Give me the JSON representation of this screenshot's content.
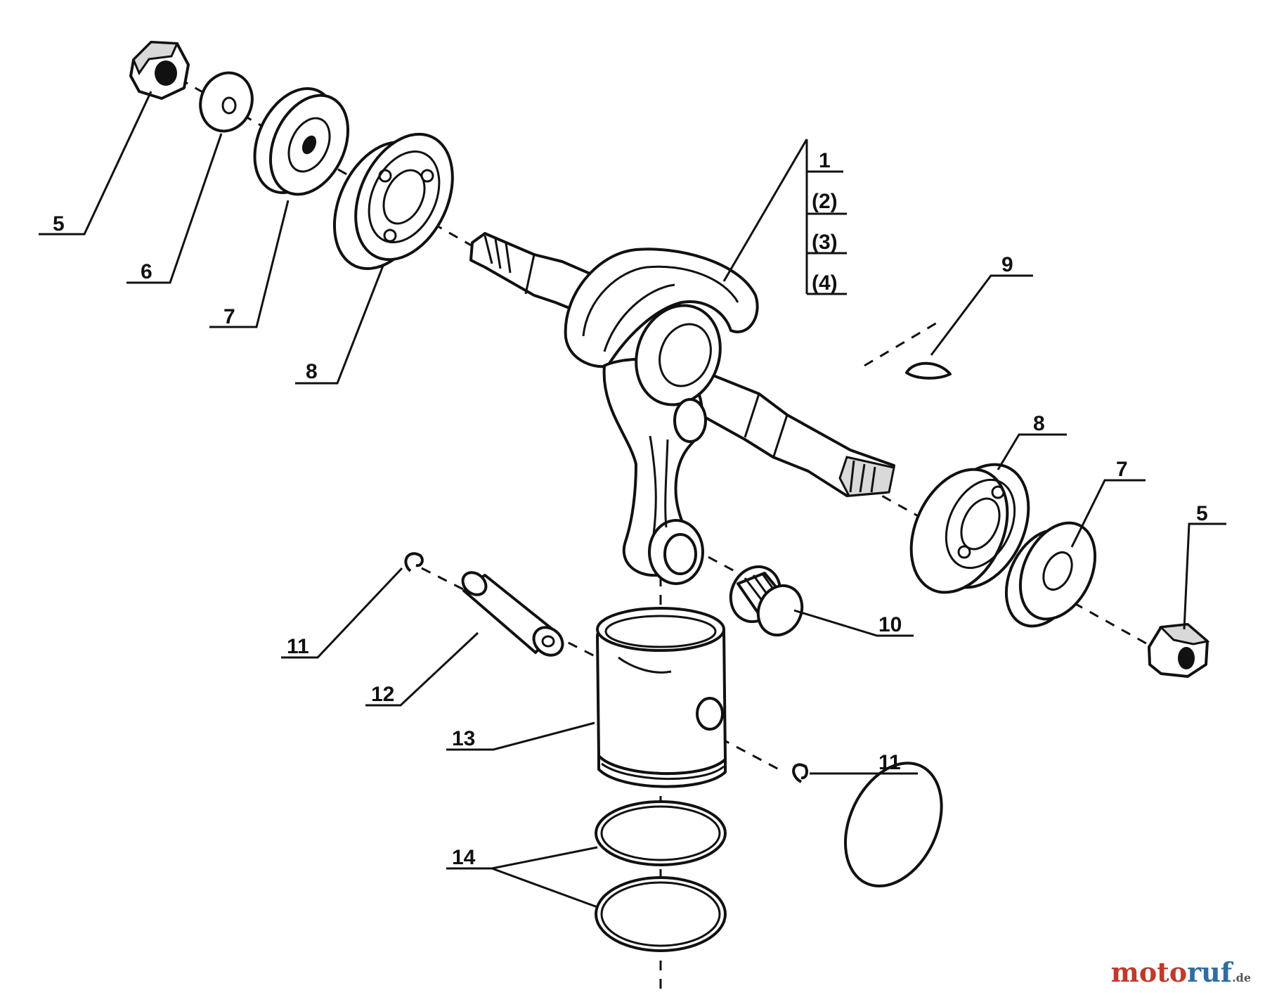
{
  "callouts": {
    "c1": "1",
    "c2": "(2)",
    "c3": "(3)",
    "c4": "(4)",
    "c5a": "5",
    "c5b": "5",
    "c6": "6",
    "c7a": "7",
    "c7b": "7",
    "c8a": "8",
    "c8b": "8",
    "c9": "9",
    "c10": "10",
    "c11a": "11",
    "c11b": "11",
    "c12": "12",
    "c13": "13",
    "c14": "14"
  },
  "watermark": {
    "part1": "moto",
    "part2": "ruf",
    "tld": ".de"
  }
}
